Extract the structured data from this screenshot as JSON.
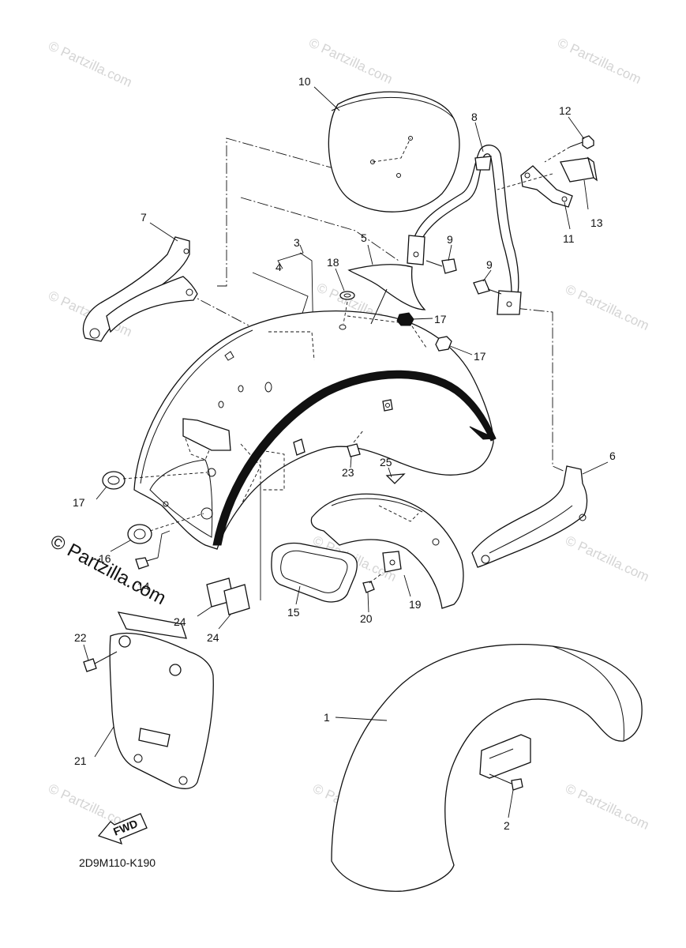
{
  "diagram_code": "2D9M110-K190",
  "fwd_label": "FWD",
  "watermark": {
    "small": "© Partzilla.com",
    "large": "© Partzilla.com"
  },
  "callouts": [
    {
      "id": "c1",
      "label": "1"
    },
    {
      "id": "c2",
      "label": "2"
    },
    {
      "id": "c3",
      "label": "3"
    },
    {
      "id": "c4",
      "label": "4"
    },
    {
      "id": "c5",
      "label": "5"
    },
    {
      "id": "c6",
      "label": "6"
    },
    {
      "id": "c7",
      "label": "7"
    },
    {
      "id": "c8",
      "label": "8"
    },
    {
      "id": "c9a",
      "label": "9"
    },
    {
      "id": "c9b",
      "label": "9"
    },
    {
      "id": "c10",
      "label": "10"
    },
    {
      "id": "c11",
      "label": "11"
    },
    {
      "id": "c12",
      "label": "12"
    },
    {
      "id": "c13",
      "label": "13"
    },
    {
      "id": "c14",
      "label": "14"
    },
    {
      "id": "c15",
      "label": "15"
    },
    {
      "id": "c16",
      "label": "16"
    },
    {
      "id": "c17a",
      "label": "17"
    },
    {
      "id": "c17b",
      "label": "17"
    },
    {
      "id": "c17c",
      "label": "17"
    },
    {
      "id": "c18",
      "label": "18"
    },
    {
      "id": "c19",
      "label": "19"
    },
    {
      "id": "c20",
      "label": "20"
    },
    {
      "id": "c21",
      "label": "21"
    },
    {
      "id": "c22",
      "label": "22"
    },
    {
      "id": "c23",
      "label": "23"
    },
    {
      "id": "c24a",
      "label": "24"
    },
    {
      "id": "c24b",
      "label": "24"
    },
    {
      "id": "c25",
      "label": "25"
    }
  ]
}
